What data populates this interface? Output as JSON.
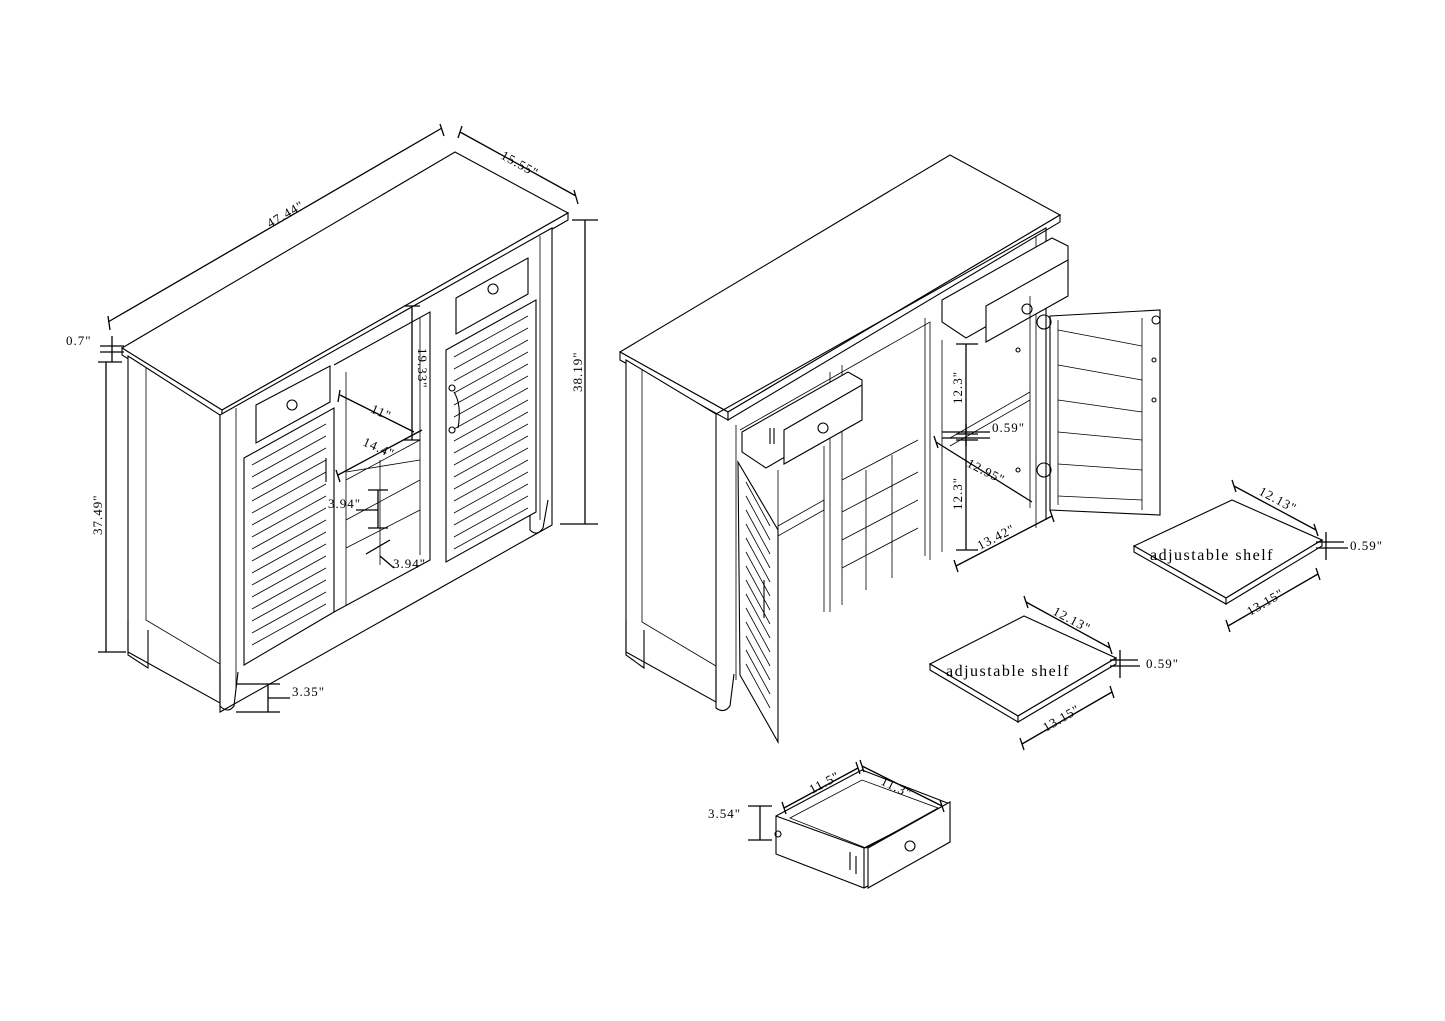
{
  "dimensions": {
    "width": "47.44\"",
    "depth": "15.55\"",
    "top_thickness": "0.7\"",
    "body_height": "37.49\"",
    "total_height": "38.19\"",
    "inner_height": "19.33\"",
    "inner_depth": "11\"",
    "inner_width": "14.4\"",
    "cube_height": "3.94\"",
    "cube_width": "3.94\"",
    "leg_height": "3.35\"",
    "upper_compartment": "12.3\"",
    "lower_compartment": "12.3\"",
    "shelf_gap": "0.59\"",
    "compartment_depth": "12.95\"",
    "compartment_width": "13.42\"",
    "drawer_height": "3.54\"",
    "drawer_width": "11.5\"",
    "drawer_depth": "11.3\""
  },
  "shelves": [
    {
      "label": "adjustable shelf",
      "depth": "12.13\"",
      "width": "13.15\"",
      "thickness": "0.59\""
    },
    {
      "label": "adjustable shelf",
      "depth": "12.13\"",
      "width": "13.15\"",
      "thickness": "0.59\""
    }
  ]
}
